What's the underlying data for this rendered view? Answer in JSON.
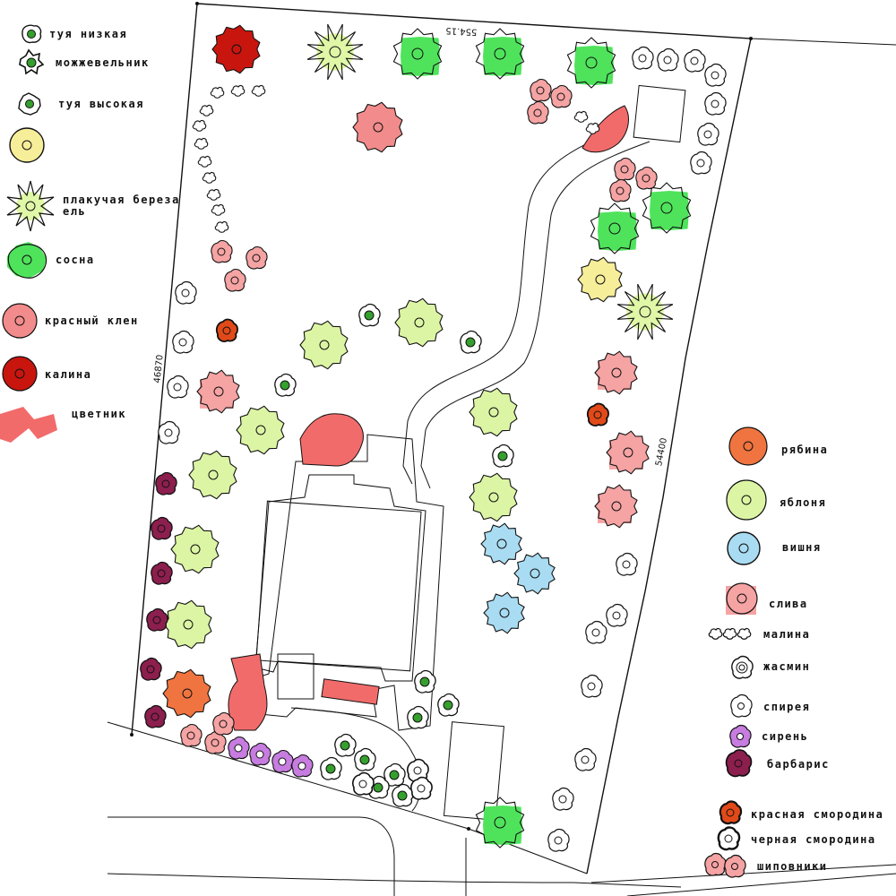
{
  "colors": {
    "red_maple": "#f28b8b",
    "viburnum": "#c8160f",
    "apple": "#dcf5a4",
    "plum": "#f5a3a3",
    "cherry": "#a9dcf2",
    "rowan": "#f0743f",
    "pine": "#4fe35c",
    "birch": "#e0f7a8",
    "tall_thuja_yellow": "#f7ee9a",
    "barberry": "#8c1f4e",
    "lilac": "#c77ce0",
    "low_thuja": "#35a02d",
    "red_currant": "#e14a18",
    "flowerbed": "#f26b6b"
  },
  "plan": {
    "dimensions": {
      "top": "554.15",
      "left": "46870",
      "right": "54400"
    }
  },
  "legend_left": [
    {
      "icon": "low-thuja-icon",
      "label": "туя низкая"
    },
    {
      "icon": "juniper-icon",
      "label": "можжевельник"
    },
    {
      "icon": "tall-thuja-icon",
      "label": "туя высокая"
    },
    {
      "icon": "tall-thuja-yellow-icon",
      "label": ""
    },
    {
      "icon": "weeping-birch-icon",
      "label": "плакучая береза"
    },
    {
      "icon": "spruce-icon",
      "label": "ель"
    },
    {
      "icon": "pine-icon",
      "label": "сосна"
    },
    {
      "icon": "red-maple-icon",
      "label": "красный клен"
    },
    {
      "icon": "viburnum-icon",
      "label": "калина"
    },
    {
      "icon": "flowerbed-icon",
      "label": "цветник"
    }
  ],
  "legend_right": [
    {
      "icon": "rowan-icon",
      "label": "рябина"
    },
    {
      "icon": "apple-icon",
      "label": "яблоня"
    },
    {
      "icon": "cherry-icon",
      "label": "вишня"
    },
    {
      "icon": "plum-icon",
      "label": "слива"
    },
    {
      "icon": "raspberry-icon",
      "label": "малина"
    },
    {
      "icon": "jasmine-icon",
      "label": "жасмин"
    },
    {
      "icon": "spirea-icon",
      "label": "спирея"
    },
    {
      "icon": "lilac-icon",
      "label": "сирень"
    },
    {
      "icon": "barberry-icon",
      "label": "барбарис"
    },
    {
      "icon": "red-currant-icon",
      "label": "красная смородина"
    },
    {
      "icon": "black-currant-icon",
      "label": "черная смородина"
    },
    {
      "icon": "rosehip-icon",
      "label": "шиповники"
    }
  ]
}
